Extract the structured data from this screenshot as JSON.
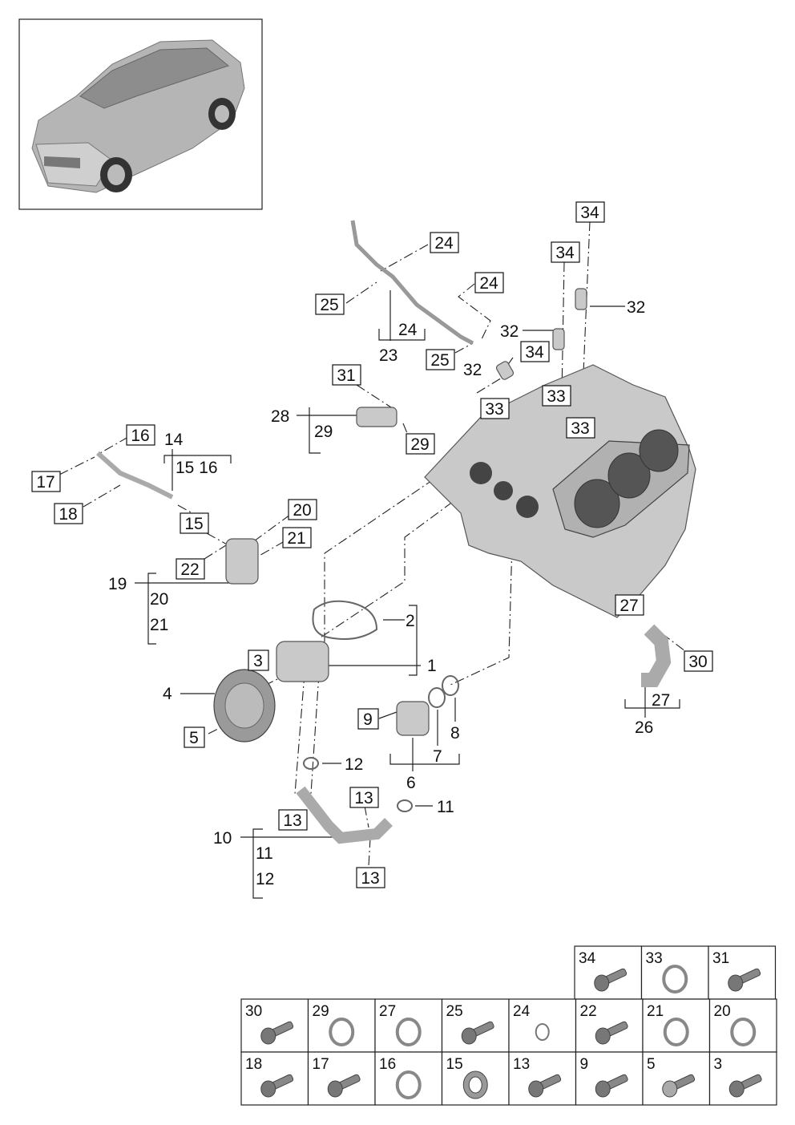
{
  "callouts": [
    {
      "id": "c34a",
      "text": "34",
      "boxed": true
    },
    {
      "id": "c34b",
      "text": "34",
      "boxed": true
    },
    {
      "id": "c34c",
      "text": "34",
      "boxed": true
    },
    {
      "id": "c32a",
      "text": "32",
      "boxed": false
    },
    {
      "id": "c32b",
      "text": "32",
      "boxed": false
    },
    {
      "id": "c32c",
      "text": "32",
      "boxed": false
    },
    {
      "id": "c24a",
      "text": "24",
      "boxed": true
    },
    {
      "id": "c24b",
      "text": "24",
      "boxed": true
    },
    {
      "id": "c24c",
      "text": "24",
      "boxed": false
    },
    {
      "id": "c23",
      "text": "23",
      "boxed": false
    },
    {
      "id": "c25a",
      "text": "25",
      "boxed": true
    },
    {
      "id": "c25b",
      "text": "25",
      "boxed": true
    },
    {
      "id": "c33a",
      "text": "33",
      "boxed": true
    },
    {
      "id": "c33b",
      "text": "33",
      "boxed": true
    },
    {
      "id": "c33c",
      "text": "33",
      "boxed": true
    },
    {
      "id": "c31",
      "text": "31",
      "boxed": true
    },
    {
      "id": "c28",
      "text": "28",
      "boxed": false
    },
    {
      "id": "c29a",
      "text": "29",
      "boxed": false
    },
    {
      "id": "c29b",
      "text": "29",
      "boxed": true
    },
    {
      "id": "c16",
      "text": "16",
      "boxed": true
    },
    {
      "id": "c14",
      "text": "14",
      "boxed": false
    },
    {
      "id": "c1516",
      "text": "15 16",
      "boxed": false
    },
    {
      "id": "c17",
      "text": "17",
      "boxed": true
    },
    {
      "id": "c18",
      "text": "18",
      "boxed": true
    },
    {
      "id": "c15",
      "text": "15",
      "boxed": true
    },
    {
      "id": "c20a",
      "text": "20",
      "boxed": true
    },
    {
      "id": "c21a",
      "text": "21",
      "boxed": true
    },
    {
      "id": "c22",
      "text": "22",
      "boxed": true
    },
    {
      "id": "c19",
      "text": "19",
      "boxed": false
    },
    {
      "id": "c20b",
      "text": "20",
      "boxed": false
    },
    {
      "id": "c21b",
      "text": "21",
      "boxed": false
    },
    {
      "id": "c2",
      "text": "2",
      "boxed": false
    },
    {
      "id": "c3",
      "text": "3",
      "boxed": true
    },
    {
      "id": "c1",
      "text": "1",
      "boxed": false
    },
    {
      "id": "c4",
      "text": "4",
      "boxed": false
    },
    {
      "id": "c5",
      "text": "5",
      "boxed": true
    },
    {
      "id": "c9",
      "text": "9",
      "boxed": true
    },
    {
      "id": "c8",
      "text": "8",
      "boxed": false
    },
    {
      "id": "c7",
      "text": "7",
      "boxed": false
    },
    {
      "id": "c6",
      "text": "6",
      "boxed": false
    },
    {
      "id": "c12a",
      "text": "12",
      "boxed": false
    },
    {
      "id": "c13a",
      "text": "13",
      "boxed": true
    },
    {
      "id": "c13b",
      "text": "13",
      "boxed": true
    },
    {
      "id": "c13c",
      "text": "13",
      "boxed": true
    },
    {
      "id": "c11a",
      "text": "11",
      "boxed": false
    },
    {
      "id": "c10",
      "text": "10",
      "boxed": false
    },
    {
      "id": "c11b",
      "text": "11",
      "boxed": false
    },
    {
      "id": "c12b",
      "text": "12",
      "boxed": false
    },
    {
      "id": "c27a",
      "text": "27",
      "boxed": true
    },
    {
      "id": "c30",
      "text": "30",
      "boxed": true
    },
    {
      "id": "c27b",
      "text": "27",
      "boxed": false
    },
    {
      "id": "c26",
      "text": "26",
      "boxed": false
    }
  ],
  "legend": {
    "row1": [
      {
        "num": "34",
        "kind": "bolt"
      },
      {
        "num": "33",
        "kind": "ring"
      },
      {
        "num": "31",
        "kind": "bolt"
      }
    ],
    "row2": [
      {
        "num": "30",
        "kind": "bolt"
      },
      {
        "num": "29",
        "kind": "ring"
      },
      {
        "num": "27",
        "kind": "ring"
      },
      {
        "num": "25",
        "kind": "bolt"
      },
      {
        "num": "24",
        "kind": "small-ring"
      },
      {
        "num": "22",
        "kind": "bolt"
      },
      {
        "num": "21",
        "kind": "ring"
      },
      {
        "num": "20",
        "kind": "ring"
      }
    ],
    "row3": [
      {
        "num": "18",
        "kind": "bolt"
      },
      {
        "num": "17",
        "kind": "bolt"
      },
      {
        "num": "16",
        "kind": "ring"
      },
      {
        "num": "15",
        "kind": "seal"
      },
      {
        "num": "13",
        "kind": "bolt"
      },
      {
        "num": "9",
        "kind": "bolt"
      },
      {
        "num": "5",
        "kind": "washer-bolt"
      },
      {
        "num": "3",
        "kind": "bolt"
      }
    ]
  },
  "colors": {
    "line": "#222222",
    "part": "#c9c9c9",
    "background": "#ffffff"
  }
}
